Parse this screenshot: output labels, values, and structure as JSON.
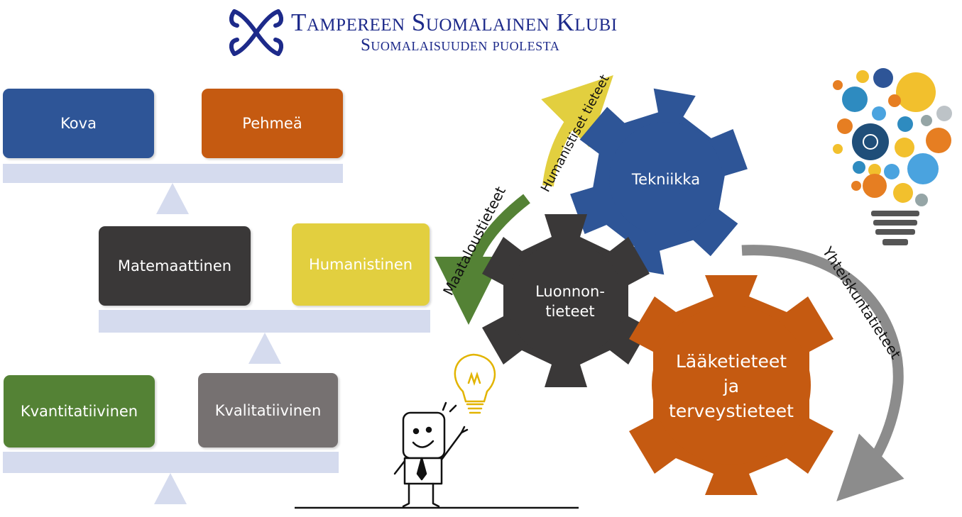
{
  "header": {
    "title": "Tampereen Suomalainen Klubi",
    "subtitle": "Suomalaisuuden puolesta"
  },
  "balances": [
    {
      "left": "Kova",
      "right": "Pehmeä"
    },
    {
      "left": "Matemaattinen",
      "right": "Humanistinen"
    },
    {
      "left": "Kvantitatiivinen",
      "right": "Kvalitatiivinen"
    }
  ],
  "gears": {
    "tekniikka": "Tekniikka",
    "luonnontieteet_line1": "Luonnon-",
    "luonnontieteet_line2": "tieteet",
    "laaketieteet_line1": "Lääketieteet",
    "laaketieteet_line2": "ja",
    "laaketieteet_line3": "terveystieteet"
  },
  "arrows": {
    "humanistiset": "Humanistiset tieteet",
    "maatalous": "Maataloustieteet",
    "yhteiskunta": "Yhteiskuntatieteet"
  },
  "colors": {
    "blue": "#2e5597",
    "orange": "#c55a11",
    "dark": "#3a3838",
    "yellow": "#e2cf3f",
    "green": "#548235",
    "gray": "#767171",
    "beam": "#d5dbee",
    "logo": "#1d2a8a"
  },
  "icons": {
    "logo": "klubi-logo-icon",
    "cartoon": "cartoon-man-icon",
    "idea_bulb": "lightbulb-icon",
    "science_bulb": "science-lightbulb-icon"
  }
}
